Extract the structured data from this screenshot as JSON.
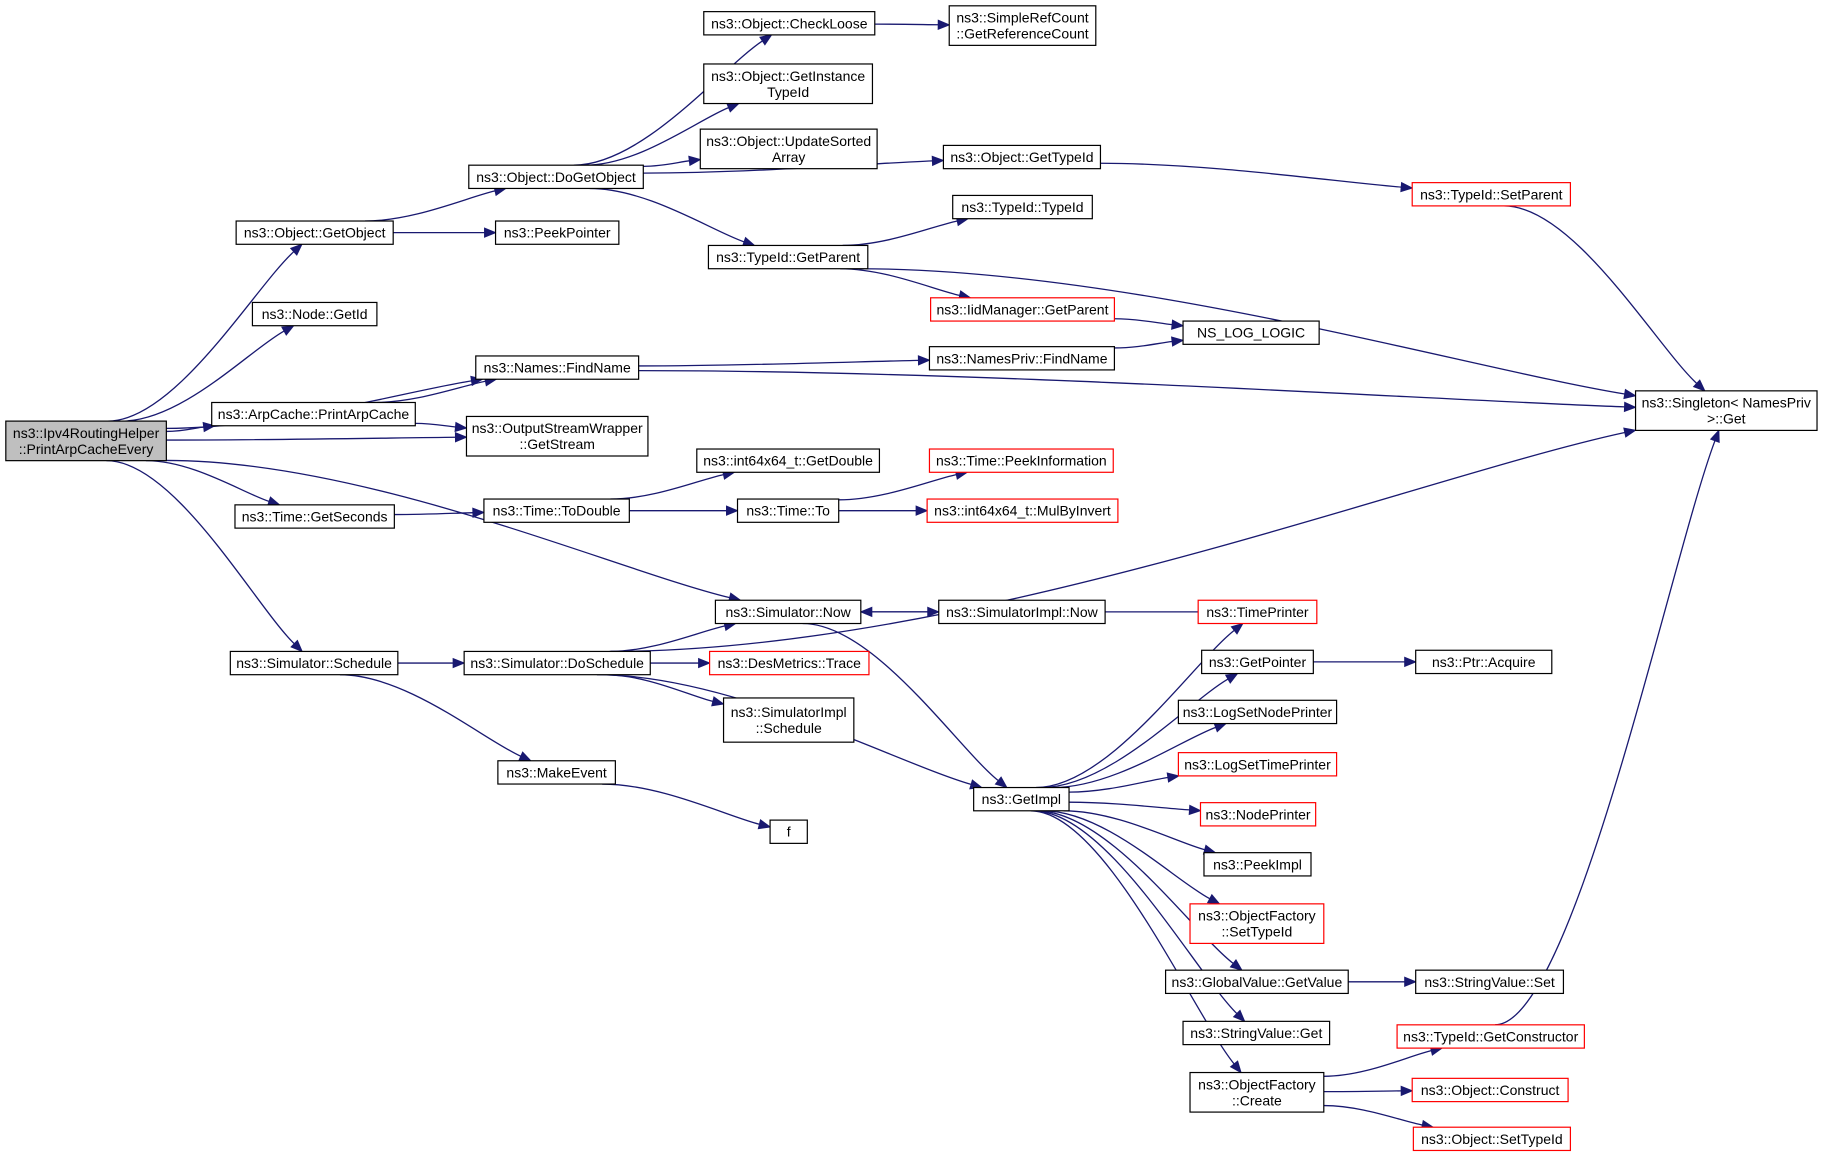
{
  "colors": {
    "edge": "#191970",
    "node_border": "#000000",
    "truncated_border": "#ff0000",
    "root_fill": "#bfbfbf"
  },
  "nodes": [
    {
      "id": "root",
      "lines": [
        "ns3::Ipv4RoutingHelper",
        "::PrintArpCacheEvery"
      ],
      "root": true
    },
    {
      "id": "getObject",
      "lines": [
        "ns3::Object::GetObject"
      ]
    },
    {
      "id": "nodeGetId",
      "lines": [
        "ns3::Node::GetId"
      ]
    },
    {
      "id": "namesFindName",
      "lines": [
        "ns3::Names::FindName"
      ]
    },
    {
      "id": "printArpCache",
      "lines": [
        "ns3::ArpCache::PrintArpCache"
      ]
    },
    {
      "id": "getStream",
      "lines": [
        "ns3::OutputStreamWrapper",
        "::GetStream"
      ]
    },
    {
      "id": "getSeconds",
      "lines": [
        "ns3::Time::GetSeconds"
      ]
    },
    {
      "id": "simNow",
      "lines": [
        "ns3::Simulator::Now"
      ]
    },
    {
      "id": "simSchedule",
      "lines": [
        "ns3::Simulator::Schedule"
      ]
    },
    {
      "id": "doGetObject",
      "lines": [
        "ns3::Object::DoGetObject"
      ]
    },
    {
      "id": "peekPointer",
      "lines": [
        "ns3::PeekPointer"
      ]
    },
    {
      "id": "checkLoose",
      "lines": [
        "ns3::Object::CheckLoose"
      ]
    },
    {
      "id": "getInstanceTypeId",
      "lines": [
        "ns3::Object::GetInstance",
        "TypeId"
      ]
    },
    {
      "id": "updateSortedArray",
      "lines": [
        "ns3::Object::UpdateSorted",
        "Array"
      ]
    },
    {
      "id": "objGetTypeId",
      "lines": [
        "ns3::Object::GetTypeId"
      ]
    },
    {
      "id": "typeIdGetParent",
      "lines": [
        "ns3::TypeId::GetParent"
      ]
    },
    {
      "id": "getReferenceCount",
      "lines": [
        "ns3::SimpleRefCount",
        "::GetReferenceCount"
      ]
    },
    {
      "id": "typeIdSetParent",
      "lines": [
        "ns3::TypeId::SetParent"
      ],
      "truncated": true
    },
    {
      "id": "typeIdTypeId",
      "lines": [
        "ns3::TypeId::TypeId"
      ]
    },
    {
      "id": "iidGetParent",
      "lines": [
        "ns3::IidManager::GetParent"
      ],
      "truncated": true
    },
    {
      "id": "nsLogLogic",
      "lines": [
        "NS_LOG_LOGIC"
      ]
    },
    {
      "id": "namesPrivFindName",
      "lines": [
        "ns3::NamesPriv::FindName"
      ]
    },
    {
      "id": "singletonGet",
      "lines": [
        "ns3::Singleton< NamesPriv",
        ">::Get"
      ]
    },
    {
      "id": "toDouble",
      "lines": [
        "ns3::Time::ToDouble"
      ]
    },
    {
      "id": "getDouble",
      "lines": [
        "ns3::int64x64_t::GetDouble"
      ]
    },
    {
      "id": "timeTo",
      "lines": [
        "ns3::Time::To"
      ]
    },
    {
      "id": "peekInformation",
      "lines": [
        "ns3::Time::PeekInformation"
      ],
      "truncated": true
    },
    {
      "id": "mulByInvert",
      "lines": [
        "ns3::int64x64_t::MulByInvert"
      ],
      "truncated": true
    },
    {
      "id": "doSchedule",
      "lines": [
        "ns3::Simulator::DoSchedule"
      ]
    },
    {
      "id": "makeEvent",
      "lines": [
        "ns3::MakeEvent"
      ]
    },
    {
      "id": "f",
      "lines": [
        "f"
      ]
    },
    {
      "id": "desMetricsTrace",
      "lines": [
        "ns3::DesMetrics::Trace"
      ],
      "truncated": true
    },
    {
      "id": "simImplSchedule",
      "lines": [
        "ns3::SimulatorImpl",
        "::Schedule"
      ]
    },
    {
      "id": "getImpl",
      "lines": [
        "ns3::GetImpl"
      ]
    },
    {
      "id": "simImplNow",
      "lines": [
        "ns3::SimulatorImpl::Now"
      ]
    },
    {
      "id": "timePrinter",
      "lines": [
        "ns3::TimePrinter"
      ],
      "truncated": true
    },
    {
      "id": "getPointer",
      "lines": [
        "ns3::GetPointer"
      ]
    },
    {
      "id": "ptrAcquire",
      "lines": [
        "ns3::Ptr::Acquire"
      ]
    },
    {
      "id": "logSetNodePrinter",
      "lines": [
        "ns3::LogSetNodePrinter"
      ]
    },
    {
      "id": "logSetTimePrinter",
      "lines": [
        "ns3::LogSetTimePrinter"
      ],
      "truncated": true
    },
    {
      "id": "nodePrinter",
      "lines": [
        "ns3::NodePrinter"
      ],
      "truncated": true
    },
    {
      "id": "peekImpl",
      "lines": [
        "ns3::PeekImpl"
      ]
    },
    {
      "id": "ofSetTypeId",
      "lines": [
        "ns3::ObjectFactory",
        "::SetTypeId"
      ],
      "truncated": true
    },
    {
      "id": "gvGetValue",
      "lines": [
        "ns3::GlobalValue::GetValue"
      ]
    },
    {
      "id": "svSet",
      "lines": [
        "ns3::StringValue::Set"
      ]
    },
    {
      "id": "svGet",
      "lines": [
        "ns3::StringValue::Get"
      ]
    },
    {
      "id": "ofCreate",
      "lines": [
        "ns3::ObjectFactory",
        "::Create"
      ]
    },
    {
      "id": "getConstructor",
      "lines": [
        "ns3::TypeId::GetConstructor"
      ],
      "truncated": true
    },
    {
      "id": "objConstruct",
      "lines": [
        "ns3::Object::Construct"
      ],
      "truncated": true
    },
    {
      "id": "objSetTypeId",
      "lines": [
        "ns3::Object::SetTypeId"
      ],
      "truncated": true
    }
  ],
  "edges": [
    [
      "root",
      "getObject"
    ],
    [
      "root",
      "nodeGetId"
    ],
    [
      "root",
      "namesFindName"
    ],
    [
      "root",
      "printArpCache"
    ],
    [
      "root",
      "getStream"
    ],
    [
      "root",
      "getSeconds"
    ],
    [
      "root",
      "simNow"
    ],
    [
      "root",
      "simSchedule"
    ],
    [
      "getObject",
      "doGetObject"
    ],
    [
      "getObject",
      "peekPointer"
    ],
    [
      "doGetObject",
      "checkLoose"
    ],
    [
      "doGetObject",
      "getInstanceTypeId"
    ],
    [
      "doGetObject",
      "updateSortedArray"
    ],
    [
      "doGetObject",
      "objGetTypeId"
    ],
    [
      "doGetObject",
      "typeIdGetParent"
    ],
    [
      "checkLoose",
      "getReferenceCount"
    ],
    [
      "objGetTypeId",
      "typeIdSetParent"
    ],
    [
      "typeIdSetParent",
      "singletonGet"
    ],
    [
      "typeIdGetParent",
      "typeIdTypeId"
    ],
    [
      "typeIdGetParent",
      "iidGetParent"
    ],
    [
      "typeIdGetParent",
      "singletonGet"
    ],
    [
      "iidGetParent",
      "nsLogLogic"
    ],
    [
      "namesFindName",
      "namesPrivFindName"
    ],
    [
      "namesFindName",
      "singletonGet"
    ],
    [
      "namesPrivFindName",
      "nsLogLogic"
    ],
    [
      "printArpCache",
      "namesFindName"
    ],
    [
      "printArpCache",
      "getStream"
    ],
    [
      "getSeconds",
      "toDouble"
    ],
    [
      "toDouble",
      "getDouble"
    ],
    [
      "toDouble",
      "timeTo"
    ],
    [
      "timeTo",
      "peekInformation"
    ],
    [
      "timeTo",
      "mulByInvert"
    ],
    [
      "simSchedule",
      "doSchedule"
    ],
    [
      "simSchedule",
      "makeEvent"
    ],
    [
      "makeEvent",
      "f"
    ],
    [
      "doSchedule",
      "singletonGet"
    ],
    [
      "doSchedule",
      "simNow"
    ],
    [
      "doSchedule",
      "desMetricsTrace"
    ],
    [
      "doSchedule",
      "simImplSchedule"
    ],
    [
      "doSchedule",
      "getImpl"
    ],
    [
      "simNow",
      "simImplNow"
    ],
    [
      "simNow",
      "getImpl"
    ],
    [
      "getImpl",
      "timePrinter"
    ],
    [
      "timePrinter",
      "simNow"
    ],
    [
      "getImpl",
      "getPointer"
    ],
    [
      "getPointer",
      "ptrAcquire"
    ],
    [
      "getImpl",
      "logSetNodePrinter"
    ],
    [
      "getImpl",
      "logSetTimePrinter"
    ],
    [
      "getImpl",
      "nodePrinter"
    ],
    [
      "getImpl",
      "peekImpl"
    ],
    [
      "getImpl",
      "ofSetTypeId"
    ],
    [
      "getImpl",
      "gvGetValue"
    ],
    [
      "gvGetValue",
      "svSet"
    ],
    [
      "getImpl",
      "svGet"
    ],
    [
      "getImpl",
      "ofCreate"
    ],
    [
      "ofCreate",
      "getConstructor"
    ],
    [
      "ofCreate",
      "objConstruct"
    ],
    [
      "ofCreate",
      "objSetTypeId"
    ],
    [
      "getConstructor",
      "singletonGet"
    ]
  ]
}
